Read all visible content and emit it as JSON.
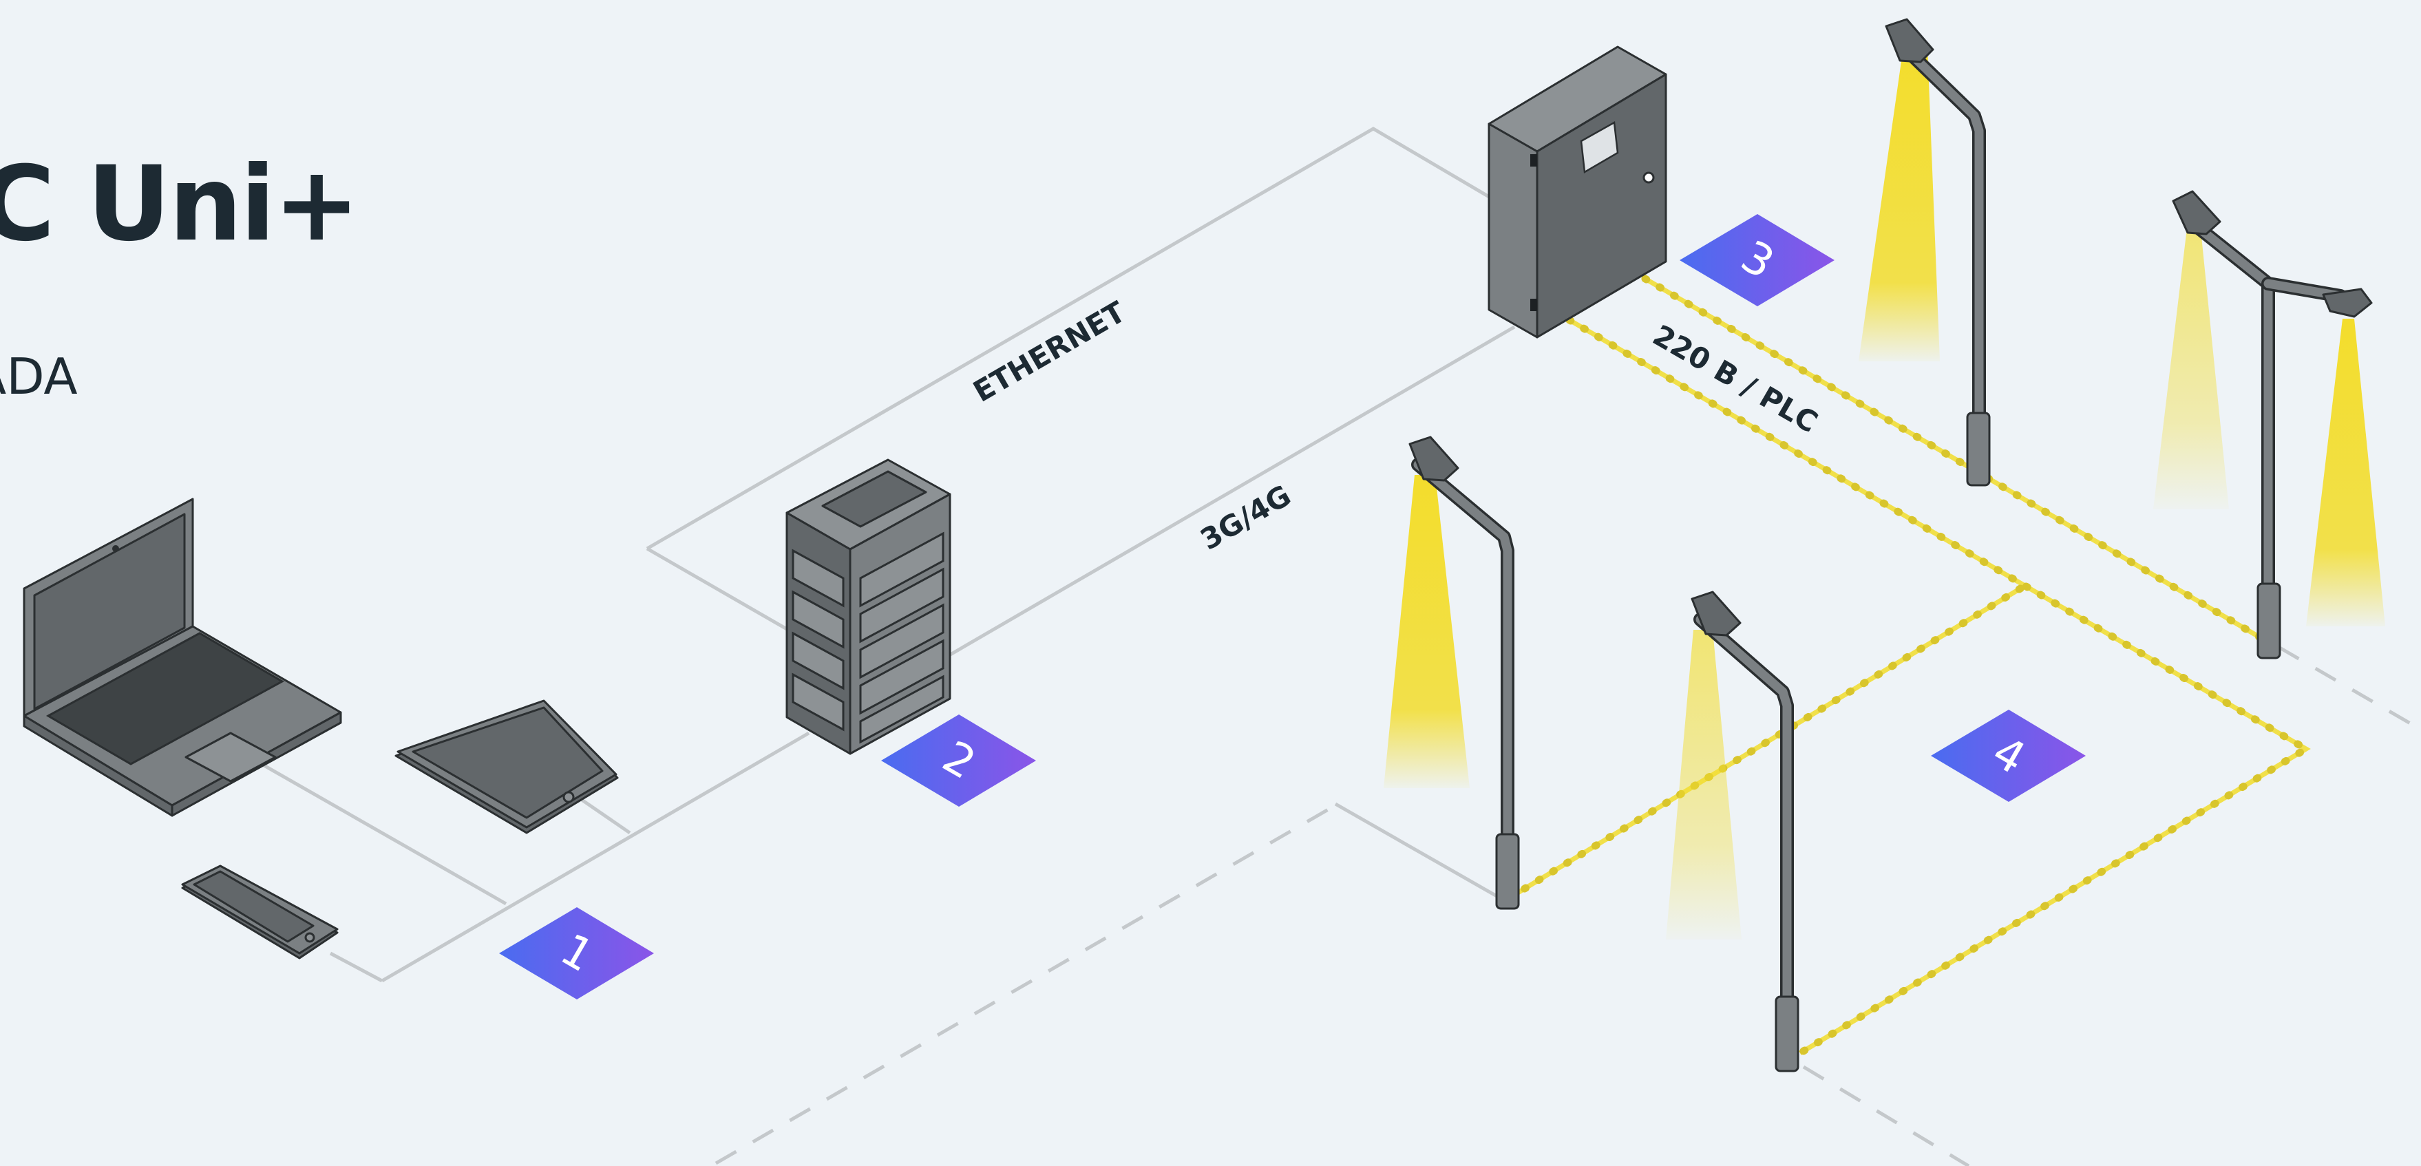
{
  "title": "C Uni+",
  "subtitle": "ADA",
  "connections": {
    "ethernet": "ETHERNET",
    "mobile": "3G/4G",
    "power": "220 B / PLC"
  },
  "badges": [
    "1",
    "2",
    "3",
    "4"
  ],
  "colors": {
    "background": "#eef3f7",
    "device": "#7b8083",
    "wire": "#c4c8cb",
    "cable": "#f1e04a",
    "badge_start": "#4a6cf0",
    "badge_end": "#8a55e8",
    "light": "#f3dd2c"
  },
  "devices": [
    "laptop-icon",
    "tablet-icon",
    "phone-icon",
    "server-rack-icon",
    "control-cabinet-icon",
    "street-lamp-icon"
  ]
}
